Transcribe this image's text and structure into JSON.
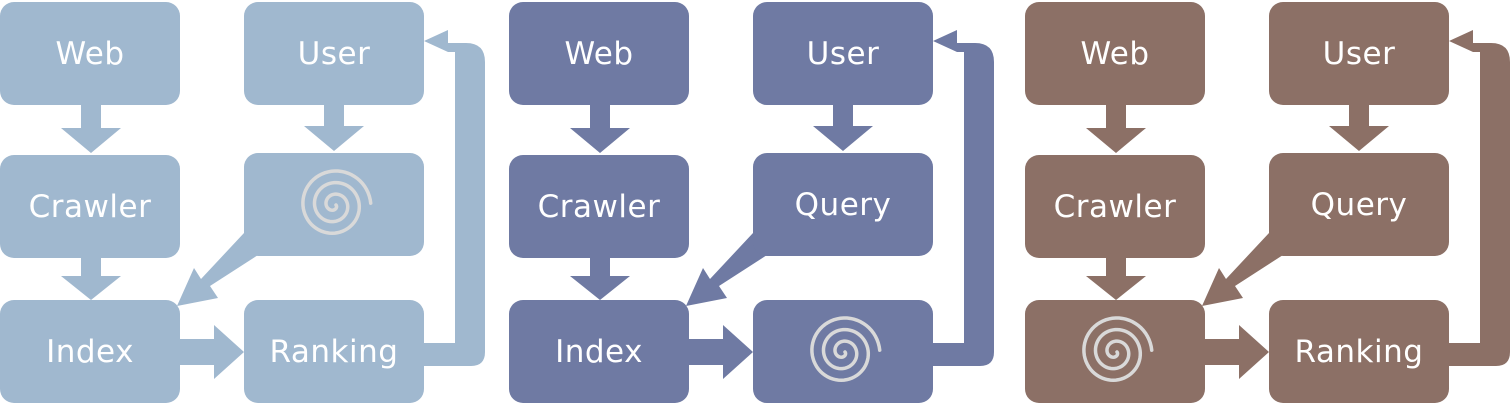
{
  "panels": [
    {
      "color": "#a0b8cf",
      "nodes": {
        "web": "Web",
        "user": "User",
        "crawler": "Crawler",
        "query": "",
        "index": "Index",
        "ranking": "Ranking"
      },
      "highlight": "query"
    },
    {
      "color": "#6f7aa3",
      "nodes": {
        "web": "Web",
        "user": "User",
        "crawler": "Crawler",
        "query": "Query",
        "index": "Index",
        "ranking": ""
      },
      "highlight": "ranking"
    },
    {
      "color": "#8c7066",
      "nodes": {
        "web": "Web",
        "user": "User",
        "crawler": "Crawler",
        "query": "Query",
        "index": "",
        "ranking": "Ranking"
      },
      "highlight": "index"
    }
  ],
  "spiral_color": "#d9d9d9"
}
